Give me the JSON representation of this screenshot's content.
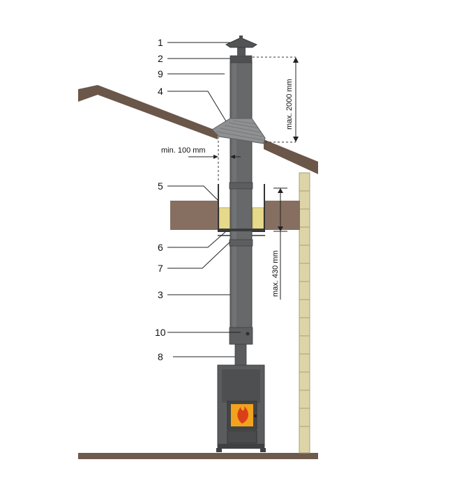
{
  "callouts": {
    "c1": "1",
    "c2": "2",
    "c3": "3",
    "c4": "4",
    "c5": "5",
    "c6": "6",
    "c7": "7",
    "c8": "8",
    "c9": "9",
    "c10": "10"
  },
  "dimensions": {
    "top_height": "max. 2000 mm",
    "min_clearance": "min. 100 mm",
    "ceiling_height": "max. 430 mm"
  },
  "colors": {
    "pipe": "#666869",
    "pipe_dark": "#4e5051",
    "roof": "#6b564a",
    "ceiling": "#866f60",
    "wall": "#ddd5a8",
    "insulation": "#e6d98a",
    "stove": "#5b5c5e",
    "fire": "#f2a31c",
    "floor": "#6e5a4d"
  }
}
